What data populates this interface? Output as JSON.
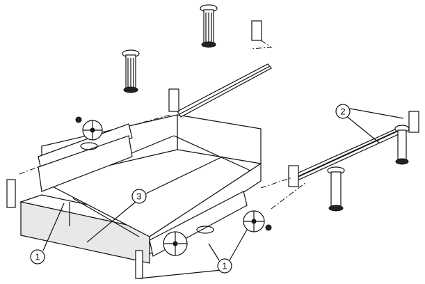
{
  "diagram": {
    "type": "exploded-assembly-drawing",
    "callouts": [
      {
        "id": "callout-1-left",
        "label": "1"
      },
      {
        "id": "callout-1-right",
        "label": "1"
      },
      {
        "id": "callout-2",
        "label": "2"
      },
      {
        "id": "callout-3",
        "label": "3"
      }
    ]
  }
}
